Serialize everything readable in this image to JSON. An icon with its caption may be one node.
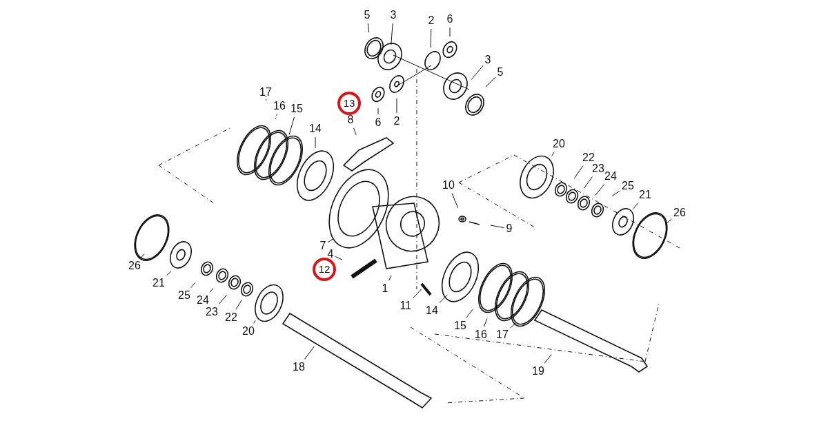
{
  "diagram": {
    "nodes": [
      {
        "text": [
          "5"
        ]
      },
      {
        "text": [
          "3"
        ]
      },
      {
        "text": [
          "2"
        ]
      },
      {
        "text": [
          "6"
        ]
      },
      {
        "text": [
          "3"
        ]
      },
      {
        "text": [
          "5"
        ]
      },
      {
        "text": [
          "17"
        ]
      },
      {
        "text": [
          "13"
        ]
      },
      {
        "text": [
          "6"
        ]
      },
      {
        "text": [
          "2"
        ]
      },
      {
        "text": [
          "16"
        ]
      },
      {
        "text": [
          "8"
        ]
      },
      {
        "text": [
          "15"
        ]
      },
      {
        "text": [
          "14"
        ]
      },
      {
        "text": [
          "20"
        ]
      },
      {
        "text": [
          "22"
        ]
      },
      {
        "text": [
          "23"
        ]
      },
      {
        "text": [
          "24"
        ]
      },
      {
        "text": [
          "10"
        ]
      },
      {
        "text": [
          "25"
        ]
      },
      {
        "text": [
          "21"
        ]
      },
      {
        "text": [
          "26"
        ]
      },
      {
        "text": [
          "9"
        ]
      },
      {
        "text": [
          "7"
        ]
      },
      {
        "text": [
          "4"
        ]
      },
      {
        "text": [
          "26"
        ]
      },
      {
        "text": [
          "12"
        ]
      },
      {
        "text": [
          "21"
        ]
      },
      {
        "text": [
          "1"
        ]
      },
      {
        "text": [
          "25"
        ]
      },
      {
        "text": [
          "11"
        ]
      },
      {
        "text": [
          "24"
        ]
      },
      {
        "text": [
          "14"
        ]
      },
      {
        "text": [
          "23"
        ]
      },
      {
        "text": [
          "22"
        ]
      },
      {
        "text": [
          "15"
        ]
      },
      {
        "text": [
          "16"
        ]
      },
      {
        "text": [
          "17"
        ]
      },
      {
        "text": [
          "20"
        ]
      },
      {
        "text": [
          "18"
        ]
      },
      {
        "text": [
          "19"
        ]
      }
    ],
    "edges": [
      {
        "from": 0,
        "to": null,
        "arrow": "none"
      },
      {
        "from": 1,
        "to": null,
        "arrow": "none"
      },
      {
        "from": 2,
        "to": null,
        "arrow": "none"
      },
      {
        "from": 3,
        "to": null,
        "arrow": "none"
      },
      {
        "from": 4,
        "to": null,
        "arrow": "none"
      },
      {
        "from": 5,
        "to": null,
        "arrow": "none"
      },
      {
        "from": 6,
        "to": null,
        "arrow": "none",
        "style": "dashed"
      },
      {
        "from": 8,
        "to": null,
        "arrow": "none"
      },
      {
        "from": 9,
        "to": null,
        "arrow": "none"
      },
      {
        "from": 10,
        "to": null,
        "arrow": "none",
        "style": "dashed"
      },
      {
        "from": 11,
        "to": null,
        "arrow": "none"
      },
      {
        "from": 12,
        "to": null,
        "arrow": "none"
      },
      {
        "from": 13,
        "to": null,
        "arrow": "none"
      },
      {
        "from": 14,
        "to": null,
        "arrow": "none"
      },
      {
        "from": 15,
        "to": null,
        "arrow": "none"
      },
      {
        "from": 16,
        "to": null,
        "arrow": "none"
      },
      {
        "from": 17,
        "to": null,
        "arrow": "none"
      },
      {
        "from": 18,
        "to": null,
        "arrow": "none"
      },
      {
        "from": 19,
        "to": null,
        "arrow": "none"
      },
      {
        "from": 20,
        "to": null,
        "arrow": "none"
      },
      {
        "from": 21,
        "to": null,
        "arrow": "none"
      },
      {
        "from": 22,
        "to": null,
        "arrow": "none"
      },
      {
        "from": 23,
        "to": null,
        "arrow": "none"
      },
      {
        "from": 24,
        "to": null,
        "arrow": "none"
      },
      {
        "from": 25,
        "to": null,
        "arrow": "none"
      },
      {
        "from": 27,
        "to": null,
        "arrow": "none"
      },
      {
        "from": 28,
        "to": null,
        "arrow": "none"
      },
      {
        "from": 29,
        "to": null,
        "arrow": "none"
      },
      {
        "from": 30,
        "to": null,
        "arrow": "none"
      },
      {
        "from": 31,
        "to": null,
        "arrow": "none"
      },
      {
        "from": 32,
        "to": null,
        "arrow": "none"
      },
      {
        "from": 33,
        "to": null,
        "arrow": "none"
      },
      {
        "from": 34,
        "to": null,
        "arrow": "none"
      },
      {
        "from": 35,
        "to": null,
        "arrow": "none"
      },
      {
        "from": 36,
        "to": null,
        "arrow": "none"
      },
      {
        "from": 37,
        "to": null,
        "arrow": "none"
      },
      {
        "from": 38,
        "to": null,
        "arrow": "none"
      },
      {
        "from": 39,
        "to": null,
        "arrow": "none"
      },
      {
        "from": 40,
        "to": null,
        "arrow": "none"
      }
    ]
  }
}
